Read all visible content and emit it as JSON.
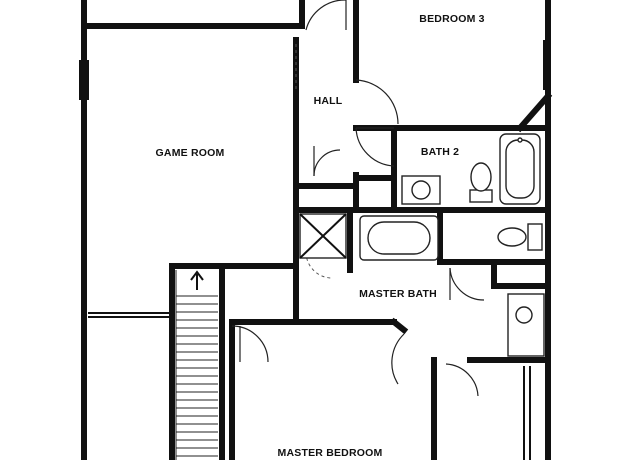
{
  "rooms": {
    "bedroom3": "BEDROOM 3",
    "hall": "HALL",
    "game_room": "GAME ROOM",
    "bath2": "BATH 2",
    "master_bath": "MASTER BATH",
    "master_bedroom": "MASTER BEDROOM"
  }
}
